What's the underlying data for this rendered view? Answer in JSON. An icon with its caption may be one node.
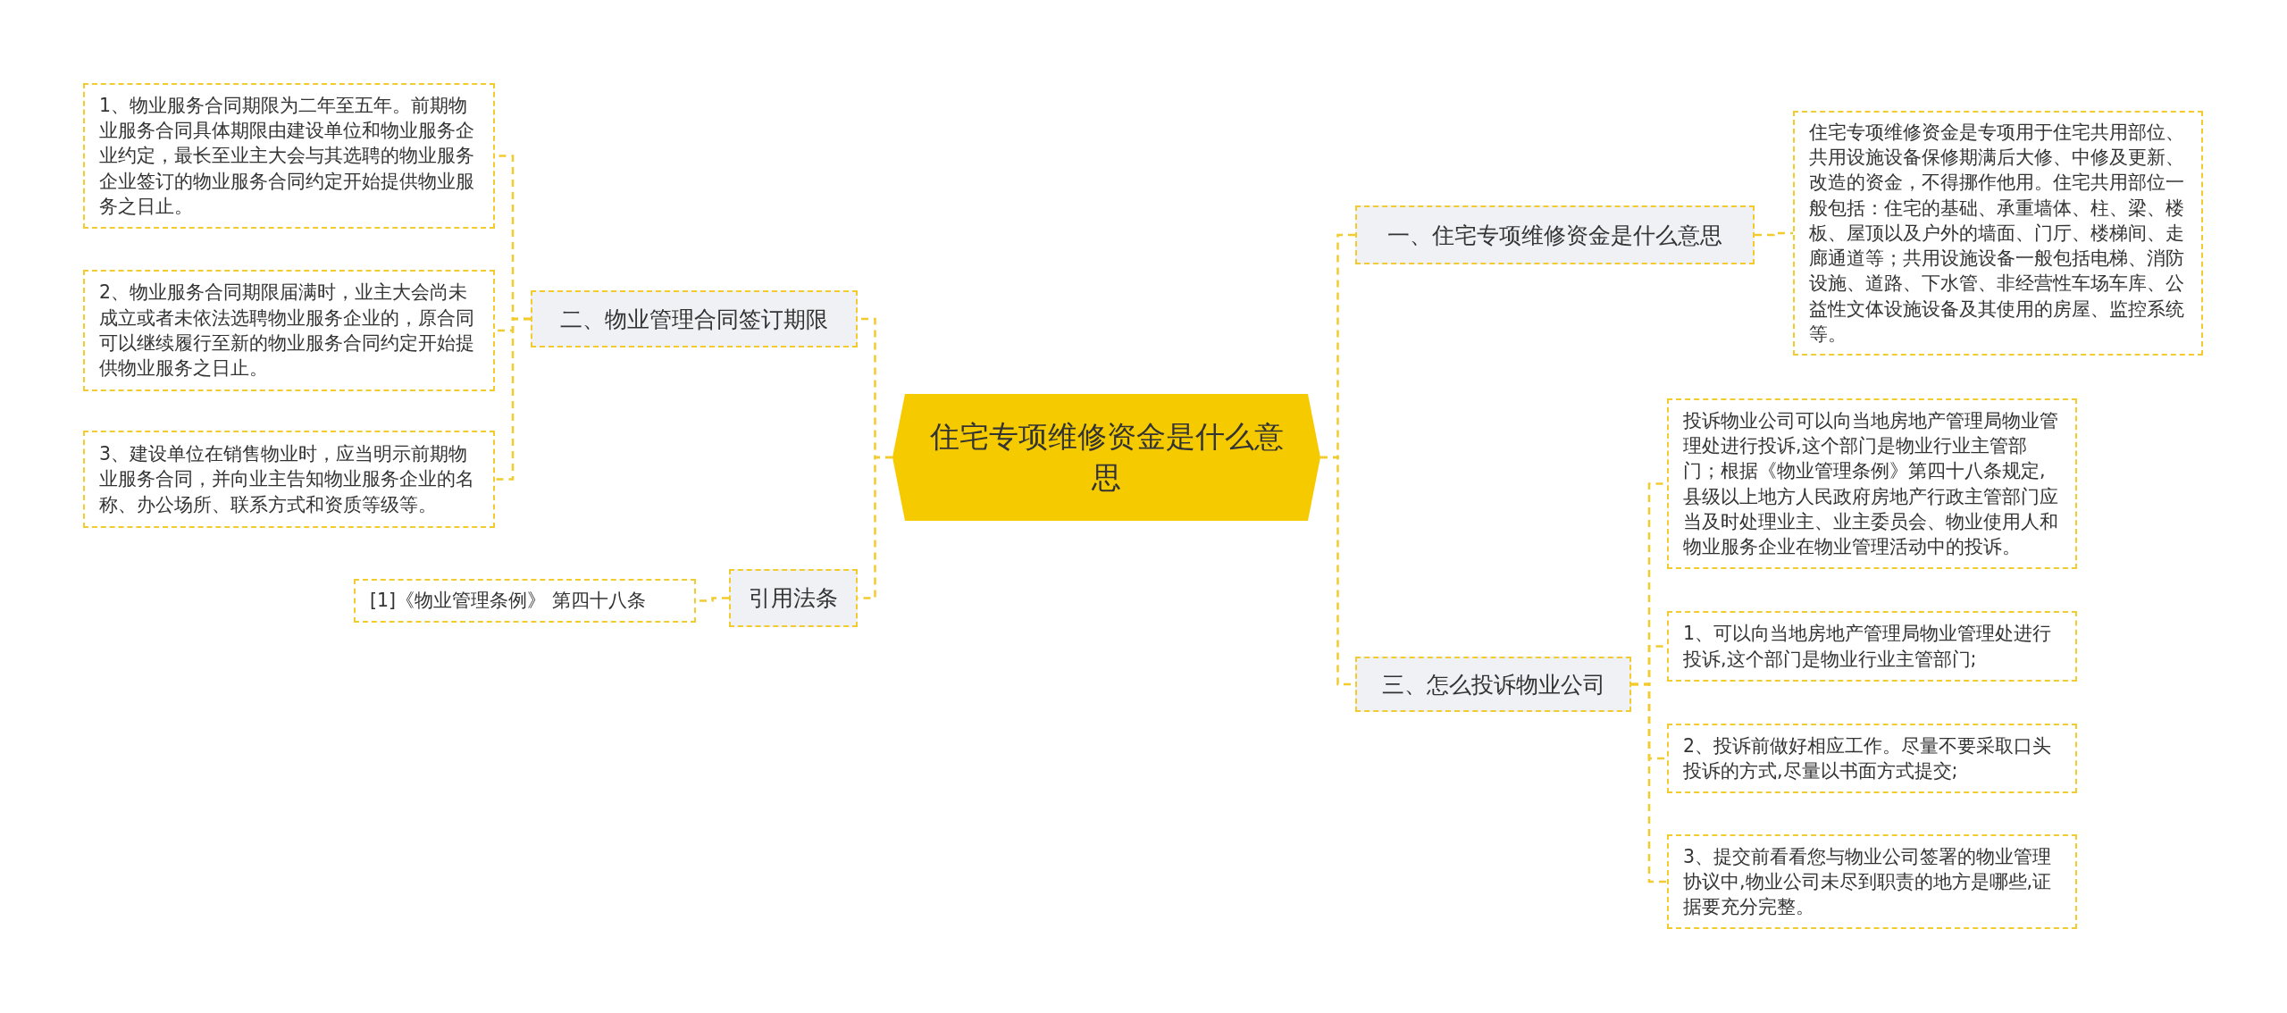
{
  "diagram": {
    "nodes": [
      {
        "text": [
          "住宅专项维修资金是什么意思"
        ]
      },
      {
        "text": [
          "一、住宅专项维修资金是什么意思"
        ]
      },
      {
        "text": [
          "住宅专项维修资金是专项用于住宅共用部位、共用设施设备保修期满后大修、中修及更新、改造的资金，不得挪作他用。住宅共用部位一般包括：住宅的基础、承重墙体、柱、梁、楼板、屋顶以及户外的墙面、门厅、楼梯间、走廊通道等；共用设施设备一般包括电梯、消防设施、道路、下水管、非经营性车场车库、公益性文体设施设备及其使用的房屋、监控系统等。"
        ]
      },
      {
        "text": [
          "三、怎么投诉物业公司"
        ]
      },
      {
        "text": [
          "投诉物业公司可以向当地房地产管理局物业管理处进行投诉,这个部门是物业行业主管部门；根据《物业管理条例》第四十八条规定,县级以上地方人民政府房地产行政主管部门应当及时处理业主、业主委员会、物业使用人和物业服务企业在物业管理活动中的投诉。"
        ]
      },
      {
        "text": [
          "1、可以向当地房地产管理局物业管理处进行投诉,这个部门是物业行业主管部门;"
        ]
      },
      {
        "text": [
          "2、投诉前做好相应工作。尽量不要采取口头投诉的方式,尽量以书面方式提交;"
        ]
      },
      {
        "text": [
          "3、提交前看看您与物业公司签署的物业管理协议中,物业公司未尽到职责的地方是哪些,证据要充分完整。"
        ]
      },
      {
        "text": [
          "二、物业管理合同签订期限"
        ]
      },
      {
        "text": [
          "1、物业服务合同期限为二年至五年。前期物业服务合同具体期限由建设单位和物业服务企业约定，最长至业主大会与其选聘的物业服务企业签订的物业服务合同约定开始提供物业服务之日止。"
        ]
      },
      {
        "text": [
          "2、物业服务合同期限届满时，业主大会尚未成立或者未依法选聘物业服务企业的，原合同可以继续履行至新的物业服务合同约定开始提供物业服务之日止。"
        ]
      },
      {
        "text": [
          "3、建设单位在销售物业时，应当明示前期物业服务合同，并向业主告知物业服务企业的名称、办公场所、联系方式和资质等级等。"
        ]
      },
      {
        "text": [
          "引用法条"
        ]
      },
      {
        "text": [
          "[1]《物业管理条例》 第四十八条"
        ]
      }
    ],
    "edges": [
      {
        "from": 0,
        "to": 1,
        "arrow": "none"
      },
      {
        "from": 1,
        "to": 2,
        "arrow": "none"
      },
      {
        "from": 0,
        "to": 3,
        "arrow": "none"
      },
      {
        "from": 3,
        "to": 4,
        "arrow": "none"
      },
      {
        "from": 3,
        "to": 5,
        "arrow": "none"
      },
      {
        "from": 3,
        "to": 6,
        "arrow": "none"
      },
      {
        "from": 3,
        "to": 7,
        "arrow": "none"
      },
      {
        "from": 0,
        "to": 8,
        "arrow": "none"
      },
      {
        "from": 8,
        "to": 9,
        "arrow": "none"
      },
      {
        "from": 8,
        "to": 10,
        "arrow": "none"
      },
      {
        "from": 8,
        "to": 11,
        "arrow": "none"
      },
      {
        "from": 0,
        "to": 12,
        "arrow": "none"
      },
      {
        "from": 12,
        "to": 13,
        "arrow": "none"
      }
    ]
  }
}
